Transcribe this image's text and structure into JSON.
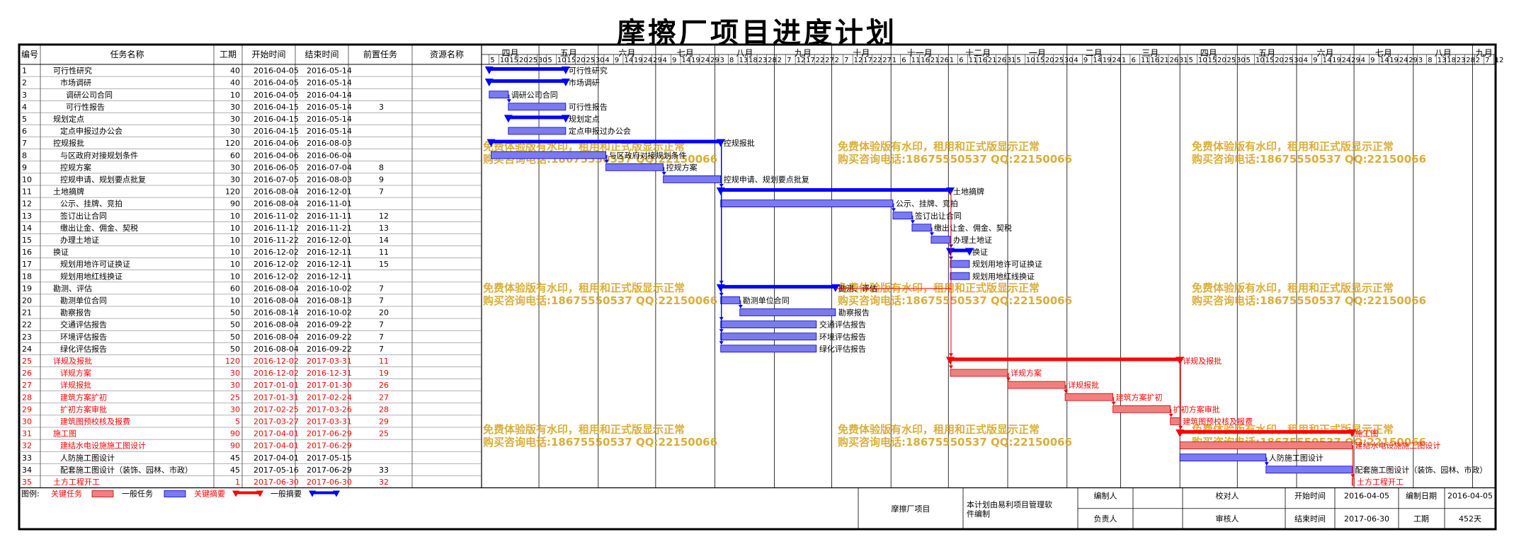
{
  "title": "摩擦厂项目进度计划",
  "chart_data": {
    "type": "gantt",
    "columns": [
      "编号",
      "任务名称",
      "工期",
      "开始时间",
      "结束时间",
      "前置任务",
      "资源名称"
    ],
    "timeline_start": "2016-04-01",
    "timeline_end": "2017-09-12",
    "months": [
      {
        "label": "四月",
        "start": "2016-04-01",
        "ticks": [
          "5",
          "10",
          "15",
          "20",
          "25",
          "30"
        ]
      },
      {
        "label": "五月",
        "start": "2016-05-01",
        "ticks": [
          "5",
          "10",
          "15",
          "20",
          "25",
          "30"
        ]
      },
      {
        "label": "六月",
        "start": "2016-06-01",
        "ticks": [
          "4",
          "9",
          "14",
          "19",
          "24",
          "29"
        ]
      },
      {
        "label": "七月",
        "start": "2016-07-01",
        "ticks": [
          "4",
          "9",
          "14",
          "19",
          "24",
          "29"
        ]
      },
      {
        "label": "八月",
        "start": "2016-08-01",
        "ticks": [
          "3",
          "8",
          "13",
          "18",
          "23",
          "28"
        ]
      },
      {
        "label": "九月",
        "start": "2016-09-01",
        "ticks": [
          "2",
          "7",
          "12",
          "17",
          "22",
          "27"
        ]
      },
      {
        "label": "十月",
        "start": "2016-10-01",
        "ticks": [
          "2",
          "7",
          "12",
          "17",
          "22",
          "27"
        ]
      },
      {
        "label": "十一月",
        "start": "2016-11-01",
        "ticks": [
          "1",
          "6",
          "11",
          "16",
          "21",
          "26"
        ]
      },
      {
        "label": "十二月",
        "start": "2016-12-01",
        "ticks": [
          "1",
          "6",
          "11",
          "16",
          "21",
          "26",
          "31"
        ]
      },
      {
        "label": "一月",
        "start": "2017-01-01",
        "ticks": [
          "5",
          "10",
          "15",
          "20",
          "25",
          "30"
        ]
      },
      {
        "label": "二月",
        "start": "2017-02-01",
        "ticks": [
          "4",
          "9",
          "14",
          "19",
          "24"
        ]
      },
      {
        "label": "三月",
        "start": "2017-03-01",
        "ticks": [
          "1",
          "6",
          "11",
          "16",
          "21",
          "26",
          "31"
        ]
      },
      {
        "label": "四月",
        "start": "2017-04-01",
        "ticks": [
          "5",
          "10",
          "15",
          "20",
          "25",
          "30"
        ]
      },
      {
        "label": "五月",
        "start": "2017-05-01",
        "ticks": [
          "5",
          "10",
          "15",
          "20",
          "25",
          "30"
        ]
      },
      {
        "label": "六月",
        "start": "2017-06-01",
        "ticks": [
          "4",
          "9",
          "14",
          "19",
          "24",
          "29"
        ]
      },
      {
        "label": "七月",
        "start": "2017-07-01",
        "ticks": [
          "4",
          "9",
          "14",
          "19",
          "24",
          "29"
        ]
      },
      {
        "label": "八月",
        "start": "2017-08-01",
        "ticks": [
          "3",
          "8",
          "13",
          "18",
          "23",
          "28"
        ]
      },
      {
        "label": "九月",
        "start": "2017-09-01",
        "ticks": [
          "2",
          "7",
          "12"
        ]
      }
    ],
    "tasks": [
      {
        "id": "1",
        "name": "可行性研究",
        "indent": 1,
        "dur": "40",
        "start": "2016-04-05",
        "end": "2016-05-14",
        "pred": "",
        "summary": true,
        "critical": false
      },
      {
        "id": "2",
        "name": "市场调研",
        "indent": 2,
        "dur": "40",
        "start": "2016-04-05",
        "end": "2016-05-14",
        "pred": "",
        "summary": true,
        "critical": false
      },
      {
        "id": "3",
        "name": "调研公司合同",
        "indent": 3,
        "dur": "10",
        "start": "2016-04-05",
        "end": "2016-04-14",
        "pred": "",
        "summary": false,
        "critical": false
      },
      {
        "id": "4",
        "name": "可行性报告",
        "indent": 3,
        "dur": "30",
        "start": "2016-04-15",
        "end": "2016-05-14",
        "pred": "3",
        "summary": false,
        "critical": false
      },
      {
        "id": "5",
        "name": "规划定点",
        "indent": 1,
        "dur": "30",
        "start": "2016-04-15",
        "end": "2016-05-14",
        "pred": "",
        "summary": true,
        "critical": false
      },
      {
        "id": "6",
        "name": "定点申报过办公会",
        "indent": 2,
        "dur": "30",
        "start": "2016-04-15",
        "end": "2016-05-14",
        "pred": "",
        "summary": false,
        "critical": false
      },
      {
        "id": "7",
        "name": "控规报批",
        "indent": 1,
        "dur": "120",
        "start": "2016-04-06",
        "end": "2016-08-03",
        "pred": "",
        "summary": true,
        "critical": false
      },
      {
        "id": "8",
        "name": "与区政府对接规划条件",
        "indent": 2,
        "dur": "60",
        "start": "2016-04-06",
        "end": "2016-06-04",
        "pred": "",
        "summary": false,
        "critical": false
      },
      {
        "id": "9",
        "name": "控规方案",
        "indent": 2,
        "dur": "30",
        "start": "2016-06-05",
        "end": "2016-07-04",
        "pred": "8",
        "summary": false,
        "critical": false
      },
      {
        "id": "10",
        "name": "控规申请、规划要点批复",
        "indent": 2,
        "dur": "30",
        "start": "2016-07-05",
        "end": "2016-08-03",
        "pred": "9",
        "summary": false,
        "critical": false
      },
      {
        "id": "11",
        "name": "土地摘牌",
        "indent": 1,
        "dur": "120",
        "start": "2016-08-04",
        "end": "2016-12-01",
        "pred": "7",
        "summary": true,
        "critical": false
      },
      {
        "id": "12",
        "name": "公示、挂牌、竞拍",
        "indent": 2,
        "dur": "90",
        "start": "2016-08-04",
        "end": "2016-11-01",
        "pred": "",
        "summary": false,
        "critical": false
      },
      {
        "id": "13",
        "name": "签订出让合同",
        "indent": 2,
        "dur": "10",
        "start": "2016-11-02",
        "end": "2016-11-11",
        "pred": "12",
        "summary": false,
        "critical": false
      },
      {
        "id": "14",
        "name": "缴出让金、佣金、契税",
        "indent": 2,
        "dur": "10",
        "start": "2016-11-12",
        "end": "2016-11-21",
        "pred": "13",
        "summary": false,
        "critical": false
      },
      {
        "id": "15",
        "name": "办理土地证",
        "indent": 2,
        "dur": "10",
        "start": "2016-11-22",
        "end": "2016-12-01",
        "pred": "14",
        "summary": false,
        "critical": false
      },
      {
        "id": "16",
        "name": "换证",
        "indent": 1,
        "dur": "10",
        "start": "2016-12-02",
        "end": "2016-12-11",
        "pred": "11",
        "summary": true,
        "critical": false
      },
      {
        "id": "17",
        "name": "规划用地许可证换证",
        "indent": 2,
        "dur": "10",
        "start": "2016-12-02",
        "end": "2016-12-11",
        "pred": "15",
        "summary": false,
        "critical": false
      },
      {
        "id": "18",
        "name": "规划用地红线换证",
        "indent": 2,
        "dur": "10",
        "start": "2016-12-02",
        "end": "2016-12-11",
        "pred": "",
        "summary": false,
        "critical": false
      },
      {
        "id": "19",
        "name": "勘测、评估",
        "indent": 1,
        "dur": "60",
        "start": "2016-08-04",
        "end": "2016-10-02",
        "pred": "7",
        "summary": true,
        "critical": false
      },
      {
        "id": "20",
        "name": "勘测单位合同",
        "indent": 2,
        "dur": "10",
        "start": "2016-08-04",
        "end": "2016-08-13",
        "pred": "7",
        "summary": false,
        "critical": false
      },
      {
        "id": "21",
        "name": "勘察报告",
        "indent": 2,
        "dur": "50",
        "start": "2016-08-14",
        "end": "2016-10-02",
        "pred": "20",
        "summary": false,
        "critical": false
      },
      {
        "id": "22",
        "name": "交通评估报告",
        "indent": 2,
        "dur": "50",
        "start": "2016-08-04",
        "end": "2016-09-22",
        "pred": "7",
        "summary": false,
        "critical": false
      },
      {
        "id": "23",
        "name": "环境评估报告",
        "indent": 2,
        "dur": "50",
        "start": "2016-08-04",
        "end": "2016-09-22",
        "pred": "7",
        "summary": false,
        "critical": false
      },
      {
        "id": "24",
        "name": "绿化评估报告",
        "indent": 2,
        "dur": "50",
        "start": "2016-08-04",
        "end": "2016-09-22",
        "pred": "7",
        "summary": false,
        "critical": false
      },
      {
        "id": "25",
        "name": "详规及报批",
        "indent": 1,
        "dur": "120",
        "start": "2016-12-02",
        "end": "2017-03-31",
        "pred": "11",
        "summary": true,
        "critical": true
      },
      {
        "id": "26",
        "name": "详规方案",
        "indent": 2,
        "dur": "30",
        "start": "2016-12-02",
        "end": "2016-12-31",
        "pred": "19",
        "summary": false,
        "critical": true
      },
      {
        "id": "27",
        "name": "详规报批",
        "indent": 2,
        "dur": "30",
        "start": "2017-01-01",
        "end": "2017-01-30",
        "pred": "26",
        "summary": false,
        "critical": true
      },
      {
        "id": "28",
        "name": "建筑方案扩初",
        "indent": 2,
        "dur": "25",
        "start": "2017-01-31",
        "end": "2017-02-24",
        "pred": "27",
        "summary": false,
        "critical": true
      },
      {
        "id": "29",
        "name": "扩初方案审批",
        "indent": 2,
        "dur": "30",
        "start": "2017-02-25",
        "end": "2017-03-26",
        "pred": "28",
        "summary": false,
        "critical": true
      },
      {
        "id": "30",
        "name": "建筑图预校核及报费",
        "indent": 2,
        "dur": "5",
        "start": "2017-03-27",
        "end": "2017-03-31",
        "pred": "29",
        "summary": false,
        "critical": true
      },
      {
        "id": "31",
        "name": "施工图",
        "indent": 1,
        "dur": "90",
        "start": "2017-04-01",
        "end": "2017-06-29",
        "pred": "25",
        "summary": true,
        "critical": true
      },
      {
        "id": "32",
        "name": "建结水电设施施工图设计",
        "indent": 2,
        "dur": "90",
        "start": "2017-04-01",
        "end": "2017-06-29",
        "pred": "",
        "summary": false,
        "critical": true
      },
      {
        "id": "33",
        "name": "人防施工图设计",
        "indent": 2,
        "dur": "45",
        "start": "2017-04-01",
        "end": "2017-05-15",
        "pred": "",
        "summary": false,
        "critical": false
      },
      {
        "id": "34",
        "name": "配套施工图设计（装饰、园林、市政）",
        "indent": 2,
        "dur": "45",
        "start": "2017-05-16",
        "end": "2017-06-29",
        "pred": "33",
        "summary": false,
        "critical": false
      },
      {
        "id": "35",
        "name": "土方工程开工",
        "indent": 1,
        "dur": "1",
        "start": "2017-06-30",
        "end": "2017-06-30",
        "pred": "32",
        "summary": false,
        "critical": true
      }
    ],
    "watermark_lines": [
      "免费体验版有水印，租用和正式版显示正常",
      "购买咨询电话:18675550537 QQ:22150066"
    ],
    "legend": {
      "label": "图例:",
      "items": [
        "关键任务",
        "一般任务",
        "关键摘要",
        "一般摘要"
      ]
    },
    "footer": {
      "project": "摩擦厂项目",
      "note": "本计划由易利项目管理软件编制",
      "fields": {
        "editor": "编制人",
        "checker": "校对人",
        "leader": "负责人",
        "reviewer": "审核人",
        "start_label": "开始时间",
        "start_value": "2016-04-05",
        "date_label": "编制日期",
        "date_value": "2016-04-05",
        "end_label": "结束时间",
        "end_value": "2017-06-30",
        "dur_label": "工期",
        "dur_value": "452天"
      }
    },
    "colors": {
      "normal_bar": "#7b7bef",
      "normal_border": "#0000cc",
      "critical_bar": "#f08080",
      "critical_border": "#cc0000",
      "normal_summary": "#0000ff",
      "critical_summary": "#ff0000",
      "watermark": "#d4a017"
    }
  }
}
